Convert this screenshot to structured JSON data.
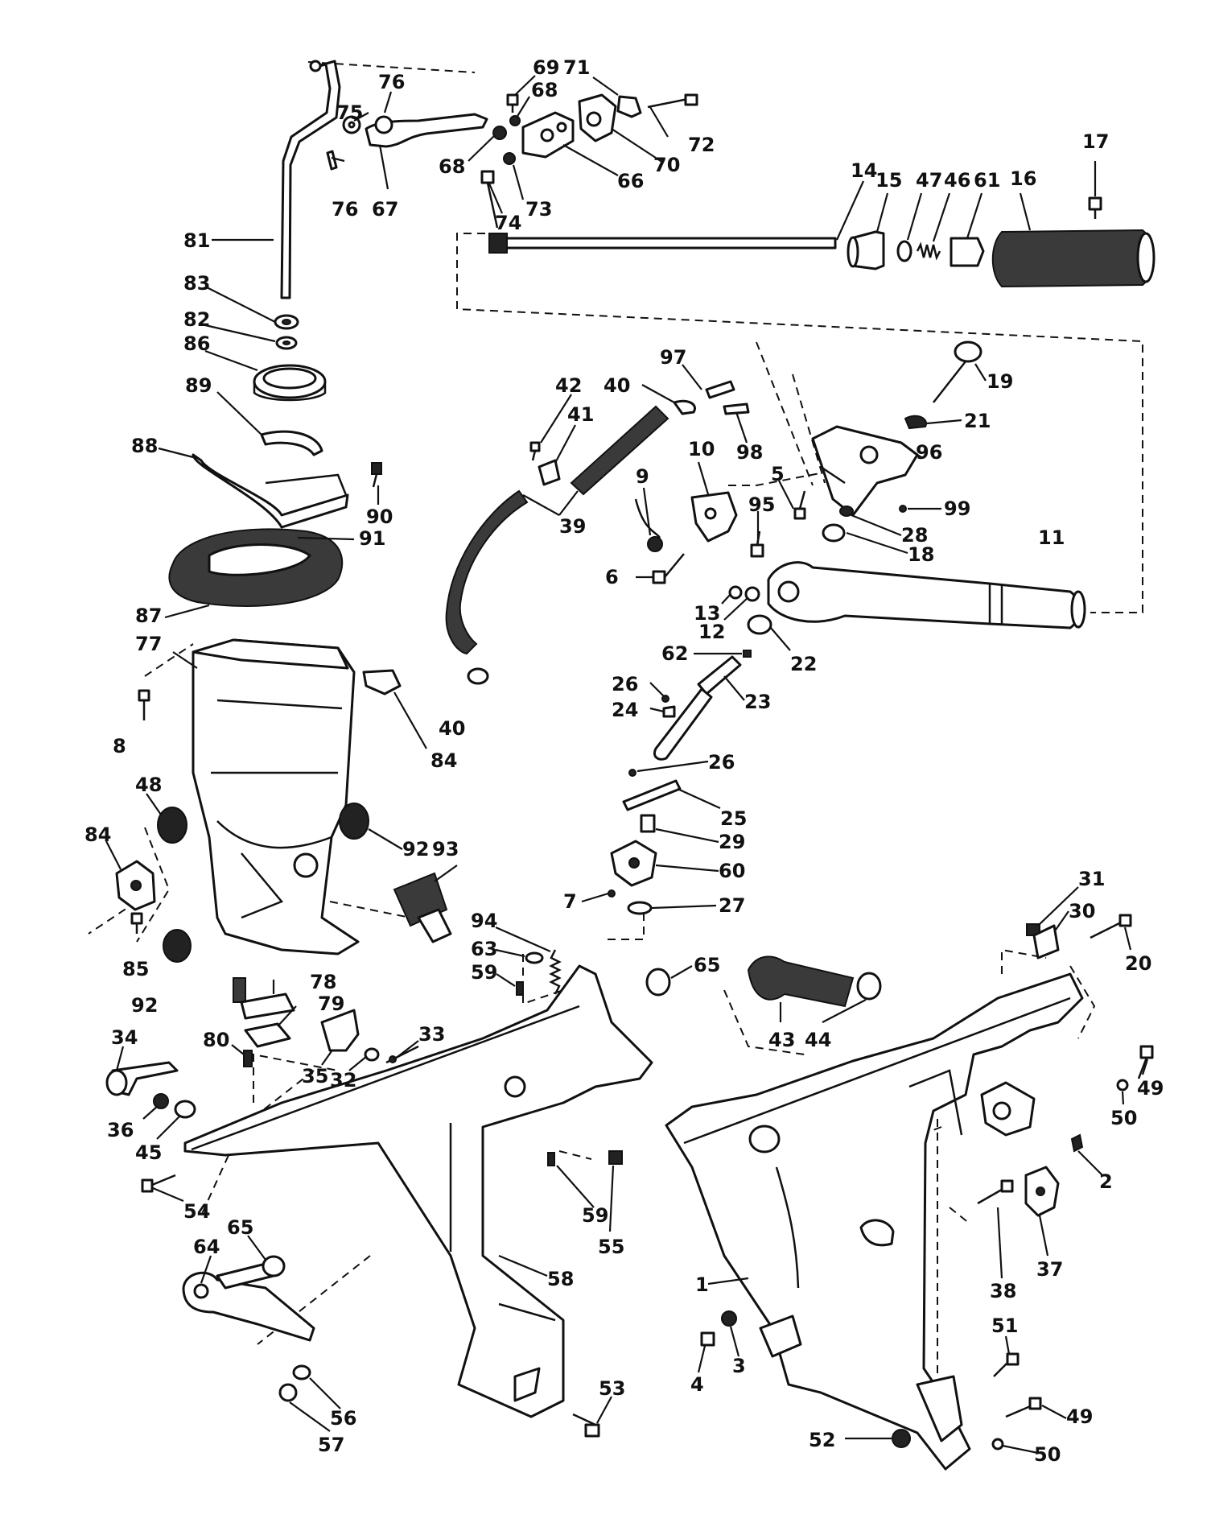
{
  "labels": [
    {
      "id": "1",
      "text": "1"
    },
    {
      "id": "2",
      "text": "2"
    },
    {
      "id": "3",
      "text": "3"
    },
    {
      "id": "4",
      "text": "4"
    },
    {
      "id": "5",
      "text": "5"
    },
    {
      "id": "6",
      "text": "6"
    },
    {
      "id": "7",
      "text": "7"
    },
    {
      "id": "8",
      "text": "8"
    },
    {
      "id": "9",
      "text": "9"
    },
    {
      "id": "10",
      "text": "10"
    },
    {
      "id": "11",
      "text": "11"
    },
    {
      "id": "12",
      "text": "12"
    },
    {
      "id": "13",
      "text": "13"
    },
    {
      "id": "14",
      "text": "14"
    },
    {
      "id": "15",
      "text": "15"
    },
    {
      "id": "16",
      "text": "16"
    },
    {
      "id": "17",
      "text": "17"
    },
    {
      "id": "18",
      "text": "18"
    },
    {
      "id": "19",
      "text": "19"
    },
    {
      "id": "20",
      "text": "20"
    },
    {
      "id": "21",
      "text": "21"
    },
    {
      "id": "22",
      "text": "22"
    },
    {
      "id": "23",
      "text": "23"
    },
    {
      "id": "24",
      "text": "24"
    },
    {
      "id": "25",
      "text": "25"
    },
    {
      "id": "26a",
      "text": "26"
    },
    {
      "id": "26b",
      "text": "26"
    },
    {
      "id": "27",
      "text": "27"
    },
    {
      "id": "28",
      "text": "28"
    },
    {
      "id": "29",
      "text": "29"
    },
    {
      "id": "30",
      "text": "30"
    },
    {
      "id": "31",
      "text": "31"
    },
    {
      "id": "32",
      "text": "32"
    },
    {
      "id": "33",
      "text": "33"
    },
    {
      "id": "34",
      "text": "34"
    },
    {
      "id": "35",
      "text": "35"
    },
    {
      "id": "36",
      "text": "36"
    },
    {
      "id": "37",
      "text": "37"
    },
    {
      "id": "38",
      "text": "38"
    },
    {
      "id": "39",
      "text": "39"
    },
    {
      "id": "40a",
      "text": "40"
    },
    {
      "id": "40b",
      "text": "40"
    },
    {
      "id": "41",
      "text": "41"
    },
    {
      "id": "42",
      "text": "42"
    },
    {
      "id": "43",
      "text": "43"
    },
    {
      "id": "44",
      "text": "44"
    },
    {
      "id": "45",
      "text": "45"
    },
    {
      "id": "46",
      "text": "46"
    },
    {
      "id": "47",
      "text": "47"
    },
    {
      "id": "48",
      "text": "48"
    },
    {
      "id": "49a",
      "text": "49"
    },
    {
      "id": "49b",
      "text": "49"
    },
    {
      "id": "50a",
      "text": "50"
    },
    {
      "id": "50b",
      "text": "50"
    },
    {
      "id": "51",
      "text": "51"
    },
    {
      "id": "52",
      "text": "52"
    },
    {
      "id": "53",
      "text": "53"
    },
    {
      "id": "54",
      "text": "54"
    },
    {
      "id": "55",
      "text": "55"
    },
    {
      "id": "56",
      "text": "56"
    },
    {
      "id": "57",
      "text": "57"
    },
    {
      "id": "58",
      "text": "58"
    },
    {
      "id": "59a",
      "text": "59"
    },
    {
      "id": "59b",
      "text": "59"
    },
    {
      "id": "60",
      "text": "60"
    },
    {
      "id": "61",
      "text": "61"
    },
    {
      "id": "62",
      "text": "62"
    },
    {
      "id": "63",
      "text": "63"
    },
    {
      "id": "64",
      "text": "64"
    },
    {
      "id": "65a",
      "text": "65"
    },
    {
      "id": "65b",
      "text": "65"
    },
    {
      "id": "66",
      "text": "66"
    },
    {
      "id": "67",
      "text": "67"
    },
    {
      "id": "68a",
      "text": "68"
    },
    {
      "id": "68b",
      "text": "68"
    },
    {
      "id": "69",
      "text": "69"
    },
    {
      "id": "70",
      "text": "70"
    },
    {
      "id": "71",
      "text": "71"
    },
    {
      "id": "72",
      "text": "72"
    },
    {
      "id": "73",
      "text": "73"
    },
    {
      "id": "74",
      "text": "74"
    },
    {
      "id": "75",
      "text": "75"
    },
    {
      "id": "76a",
      "text": "76"
    },
    {
      "id": "76b",
      "text": "76"
    },
    {
      "id": "77",
      "text": "77"
    },
    {
      "id": "78",
      "text": "78"
    },
    {
      "id": "79",
      "text": "79"
    },
    {
      "id": "80",
      "text": "80"
    },
    {
      "id": "81",
      "text": "81"
    },
    {
      "id": "82",
      "text": "82"
    },
    {
      "id": "83",
      "text": "83"
    },
    {
      "id": "84a",
      "text": "84"
    },
    {
      "id": "84b",
      "text": "84"
    },
    {
      "id": "85",
      "text": "85"
    },
    {
      "id": "86",
      "text": "86"
    },
    {
      "id": "87",
      "text": "87"
    },
    {
      "id": "88",
      "text": "88"
    },
    {
      "id": "89",
      "text": "89"
    },
    {
      "id": "90",
      "text": "90"
    },
    {
      "id": "91",
      "text": "91"
    },
    {
      "id": "92a",
      "text": "92"
    },
    {
      "id": "92b",
      "text": "92"
    },
    {
      "id": "93",
      "text": "93"
    },
    {
      "id": "94",
      "text": "94"
    },
    {
      "id": "95",
      "text": "95"
    },
    {
      "id": "96",
      "text": "96"
    },
    {
      "id": "97",
      "text": "97"
    },
    {
      "id": "98",
      "text": "98"
    },
    {
      "id": "99",
      "text": "99"
    }
  ]
}
